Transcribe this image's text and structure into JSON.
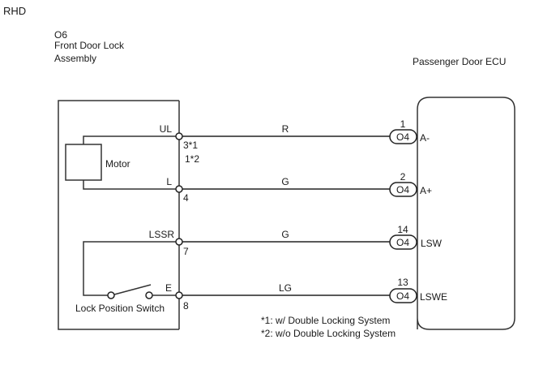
{
  "region_label": "RHD",
  "left_component": {
    "connector_id": "O6",
    "name_line1": "Front Door Lock",
    "name_line2": "Assembly",
    "motor_label": "Motor",
    "switch_label": "Lock Position Switch",
    "terminals": [
      {
        "name": "UL",
        "pin": "3*1",
        "pin_alt": "1*2"
      },
      {
        "name": "L",
        "pin": "4"
      },
      {
        "name": "LSSR",
        "pin": "7"
      },
      {
        "name": "E",
        "pin": "8"
      }
    ]
  },
  "right_component": {
    "name": "Passenger Door ECU",
    "terminals": [
      {
        "connector": "O4",
        "pin": "1",
        "name": "A-"
      },
      {
        "connector": "O4",
        "pin": "2",
        "name": "A+"
      },
      {
        "connector": "O4",
        "pin": "14",
        "name": "LSW"
      },
      {
        "connector": "O4",
        "pin": "13",
        "name": "LSWE"
      }
    ]
  },
  "wires": [
    {
      "color_code": "R"
    },
    {
      "color_code": "G"
    },
    {
      "color_code": "G"
    },
    {
      "color_code": "LG"
    }
  ],
  "notes": [
    "*1: w/ Double Locking System",
    "*2: w/o Double Locking System"
  ]
}
